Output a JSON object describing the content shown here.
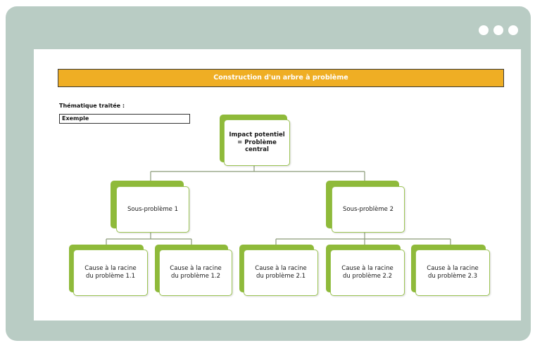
{
  "window": {
    "dots": [
      "dot",
      "dot",
      "dot"
    ]
  },
  "header": {
    "title": "Construction d'un arbre à problème"
  },
  "theme": {
    "label": "Thématique traitée :",
    "value": "Exemple"
  },
  "tree": {
    "central": {
      "line1": "Impact potentiel",
      "line2": "= Problème",
      "line3": "central"
    },
    "sub_problems": [
      {
        "label": "Sous-problème 1"
      },
      {
        "label": "Sous-problème 2"
      }
    ],
    "causes": [
      {
        "line1": "Cause à la racine",
        "line2": "du problème 1.1"
      },
      {
        "line1": "Cause à la racine",
        "line2": "du problème 1.2"
      },
      {
        "line1": "Cause à la racine",
        "line2": "du problème 2.1"
      },
      {
        "line1": "Cause à la racine",
        "line2": "du problème 2.2"
      },
      {
        "line1": "Cause à la racine",
        "line2": "du problème 2.3"
      }
    ]
  },
  "colors": {
    "window_frame": "#b9ccc4",
    "title_bar": "#efae24",
    "node_accent": "#8fba3a",
    "node_border": "#9cc454",
    "connector": "#8a9a78"
  }
}
